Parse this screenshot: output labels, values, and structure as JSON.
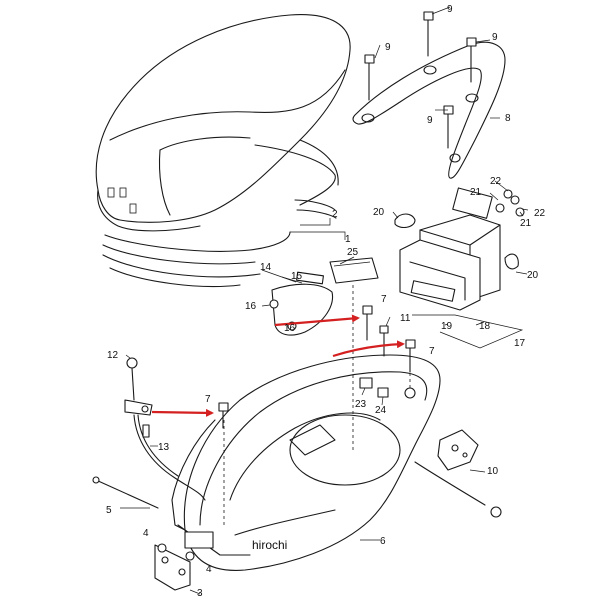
{
  "diagram": {
    "callouts": {
      "c1": "1",
      "c2": "2",
      "c3": "3",
      "c4a": "4",
      "c4b": "4",
      "c5": "5",
      "c6": "6",
      "c7a": "7",
      "c7b": "7",
      "c7c": "7",
      "c8": "8",
      "c9a": "9",
      "c9b": "9",
      "c9c": "9",
      "c9d": "9",
      "c10": "10",
      "c11": "11",
      "c12": "12",
      "c13": "13",
      "c14": "14",
      "c15": "15",
      "c16a": "16",
      "c16b": "16",
      "c17": "17",
      "c18": "18",
      "c19": "19",
      "c20a": "20",
      "c20b": "20",
      "c21a": "21",
      "c21b": "21",
      "c22a": "22",
      "c22b": "22",
      "c23": "23",
      "c24": "24",
      "c25": "25"
    },
    "watermark": "hirochi",
    "arrow_color": "#d42020",
    "line_color": "#1a1a1a"
  }
}
